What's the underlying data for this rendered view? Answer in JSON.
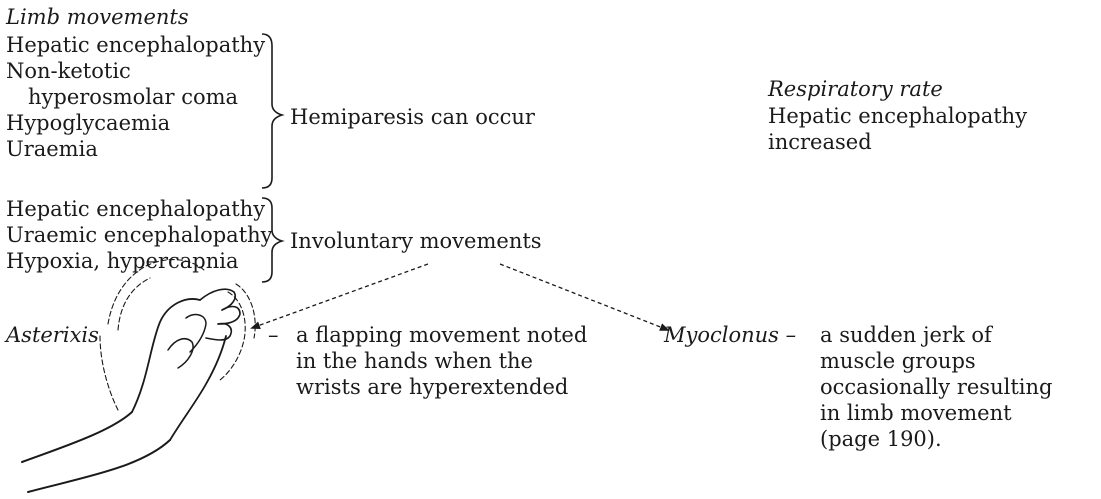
{
  "limb_movements": {
    "heading": "Limb movements",
    "group1": {
      "items": [
        "Hepatic encephalopathy",
        "Non-ketotic",
        "hyperosmolar coma",
        "Hypoglycaemia",
        "Uraemia"
      ],
      "label": "Hemiparesis can occur"
    },
    "group2": {
      "items": [
        "Hepatic encephalopathy",
        "Uraemic encephalopathy",
        "Hypoxia, hypercapnia"
      ],
      "label": "Involuntary movements"
    }
  },
  "respiratory_rate": {
    "heading": "Respiratory rate",
    "lines": [
      "Hepatic encephalopathy",
      "increased"
    ]
  },
  "asterixis": {
    "term": "Asterixis",
    "dash": "–",
    "description": [
      "a flapping movement noted",
      "in the hands when the",
      "wrists are hyperextended"
    ]
  },
  "myoclonus": {
    "term": "Myoclonus –",
    "description": [
      "a sudden jerk of",
      "muscle groups",
      "occasionally resulting",
      "in limb movement",
      "(page 190)."
    ]
  }
}
